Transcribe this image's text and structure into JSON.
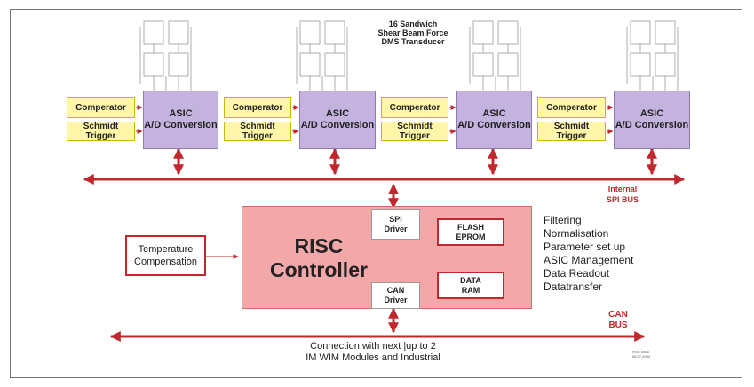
{
  "transducer_label": [
    "16 Sandwich",
    "Shear Beam Force",
    "DMS Transducer"
  ],
  "channels": [
    {
      "comparator": "Comperator",
      "schmidt": "Schmidt Trigger",
      "asic_line1": "ASIC",
      "asic_line2": "A/D Conversion"
    },
    {
      "comparator": "Comperator",
      "schmidt": "Schmidt Trigger",
      "asic_line1": "ASIC",
      "asic_line2": "A/D Conversion"
    },
    {
      "comparator": "Comperator",
      "schmidt": "Schmidt Trigger",
      "asic_line1": "ASIC",
      "asic_line2": "A/D Conversion"
    },
    {
      "comparator": "Comperator",
      "schmidt": "Schmidt Trigger",
      "asic_line1": "ASIC",
      "asic_line2": "A/D Conversion"
    }
  ],
  "internal_bus": [
    "Internal",
    "SPI BUS"
  ],
  "controller": {
    "title_line1": "RISC",
    "title_line2": "Controller",
    "spi_driver": [
      "SPI",
      "Driver"
    ],
    "can_driver": [
      "CAN",
      "Driver"
    ],
    "flash": [
      "FLASH",
      "EPROM"
    ],
    "data_ram": [
      "DATA",
      "RAM"
    ]
  },
  "temperature": [
    "Temperature",
    "Compensation"
  ],
  "functions": [
    "Filtering",
    "Normalisation",
    "Parameter set up",
    "ASIC Management",
    "Data Readout",
    "Datatransfer"
  ],
  "can_bus": [
    "CAN",
    "BUS"
  ],
  "connection_text": [
    "Connection with next |up to 2",
    "IM WIM Modules and Industrial"
  ],
  "footnote": [
    "ROC 0806",
    "06.07.2004"
  ],
  "colors": {
    "bus_red": "#c0282d",
    "asic": "#c3b3de",
    "comparator": "#fff6a8",
    "risc": "#f2a7a9"
  }
}
